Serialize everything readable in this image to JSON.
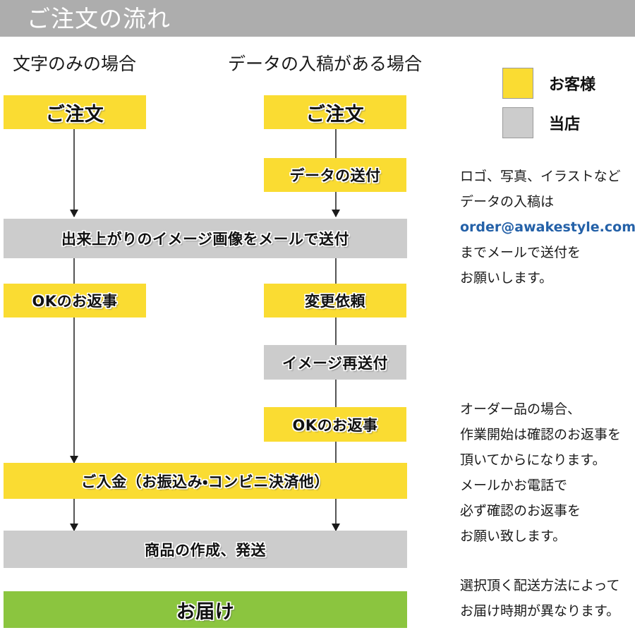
{
  "header": {
    "title": "ご注文の流れ",
    "bar_color": "#adadad",
    "text_color": "#ffffff"
  },
  "columns": [
    {
      "id": "text-only",
      "heading": "文字のみの場合"
    },
    {
      "id": "with-data",
      "heading": "データの入稿がある場合"
    }
  ],
  "legend": {
    "items": [
      {
        "label": "お客様",
        "color": "#fadc32",
        "swatch": "yellow-swatch"
      },
      {
        "label": "当店",
        "color": "#cccccc",
        "swatch": "gray-swatch"
      }
    ]
  },
  "flow": {
    "left": [
      {
        "label": "ご注文",
        "color": "#fadc32",
        "role": "customer"
      },
      {
        "label": "OKのお返事",
        "color": "#fadc32",
        "role": "customer"
      }
    ],
    "right": [
      {
        "label": "ご注文",
        "color": "#fadc32",
        "role": "customer"
      },
      {
        "label": "データの送付",
        "color": "#fadc32",
        "role": "customer"
      },
      {
        "label": "変更依頼",
        "color": "#fadc32",
        "role": "customer"
      },
      {
        "label": "イメージ再送付",
        "color": "#cccccc",
        "role": "shop"
      },
      {
        "label": "OKのお返事",
        "color": "#fadc32",
        "role": "customer"
      }
    ],
    "shared": [
      {
        "label": "出来上がりのイメージ画像をメールで送付",
        "color": "#cccccc",
        "role": "shop"
      },
      {
        "label": "ご入金（お振込み・コンビニ決済他）",
        "color": "#fadc32",
        "role": "customer"
      },
      {
        "label": "商品の作成、発送",
        "color": "#cccccc",
        "role": "shop"
      },
      {
        "label": "お届け",
        "color": "#8bc53f",
        "role": "delivery"
      }
    ]
  },
  "notes": {
    "data_submission": {
      "lines": [
        "ロゴ、写真、イラストなど",
        "データの入稿は",
        "order@awakestyle.com",
        "までメールで送付を",
        "お願いします。"
      ],
      "email": "order@awakestyle.com",
      "email_color": "#2461a8"
    },
    "order_confirmation": {
      "lines": [
        "オーダー品の場合、",
        "作業開始は確認のお返事を",
        "頂いてからになります。",
        "メールかお電話で",
        "必ず確認のお返事を",
        "お願い致します。"
      ]
    },
    "shipping": {
      "lines": [
        "選択頂く配送方法によって",
        "お届け時期が異なります。"
      ]
    }
  }
}
